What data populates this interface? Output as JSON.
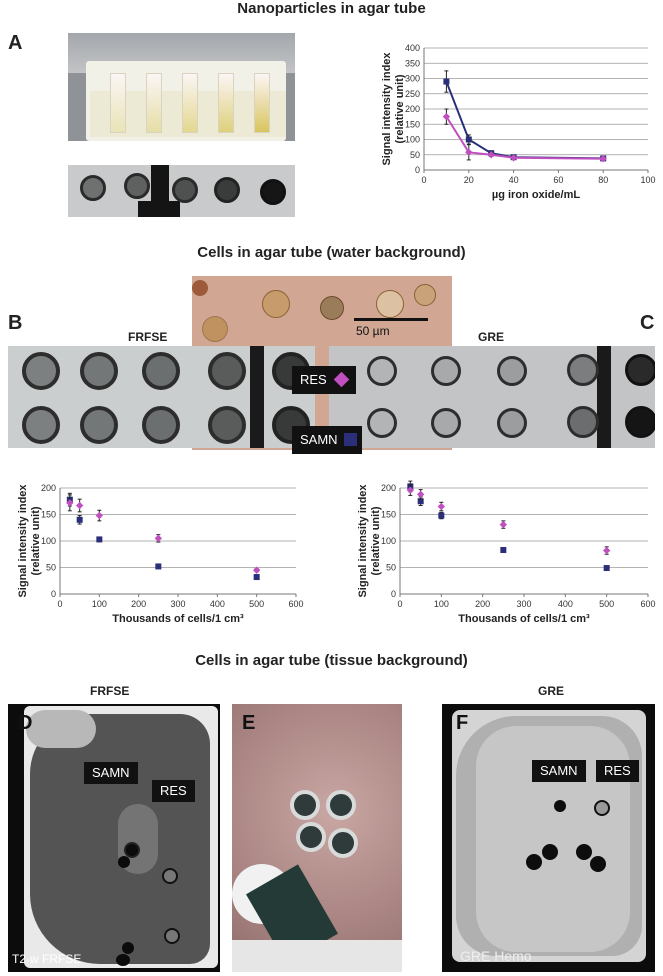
{
  "headings": {
    "nanoparticles": "Nanoparticles in agar tube",
    "cells_water": "Cells in agar tube (water background)",
    "cells_tissue": "Cells in agar tube (tissue background)"
  },
  "panels": {
    "A": "A",
    "B": "B",
    "C": "C",
    "D": "D",
    "E": "E",
    "F": "F"
  },
  "sequences": {
    "frfse_top": "FRFSE",
    "gre_top": "GRE",
    "frfse_bottom": "FRFSE",
    "gre_bottom": "GRE"
  },
  "legend": {
    "res": "RES",
    "samn": "SAMN",
    "res_color": "#c04fc0",
    "samn_color": "#2b2f7a"
  },
  "scalebar": "50 µm",
  "mri_labels": {
    "d_samn": "SAMN",
    "d_res": "RES",
    "f_samn": "SAMN",
    "f_res": "RES",
    "d_corner": "T2-w FRFSE",
    "f_corner": "GRE Hemo"
  },
  "chart_data": [
    {
      "id": "A",
      "type": "line",
      "xlabel": "µg iron oxide/mL",
      "ylabel": "Signal intensity index (relative unit)",
      "xlim": [
        0,
        100
      ],
      "ylim": [
        0,
        400
      ],
      "xticks": [
        0,
        20,
        40,
        60,
        80,
        100
      ],
      "yticks": [
        0,
        50,
        100,
        150,
        200,
        250,
        300,
        350,
        400
      ],
      "grid": true,
      "series": [
        {
          "color": "#2b2f7a",
          "marker": "square",
          "x": [
            10,
            20,
            30,
            40,
            80
          ],
          "y": [
            290,
            100,
            55,
            42,
            38
          ],
          "err": [
            35,
            15,
            8,
            5,
            4
          ]
        },
        {
          "color": "#c04fc0",
          "marker": "diamond",
          "x": [
            10,
            20,
            30,
            40,
            80
          ],
          "y": [
            175,
            58,
            50,
            40,
            37
          ],
          "err": [
            25,
            25,
            6,
            5,
            4
          ]
        }
      ]
    },
    {
      "id": "B",
      "type": "scatter",
      "xlabel": "Thousands of cells/1 cm³",
      "ylabel": "Signal intensity index (relative unit)",
      "xlim": [
        0,
        600
      ],
      "ylim": [
        0,
        200
      ],
      "xticks": [
        0,
        100,
        200,
        300,
        400,
        500,
        600
      ],
      "yticks": [
        0,
        50,
        100,
        150,
        200
      ],
      "grid": true,
      "series": [
        {
          "color": "#2b2f7a",
          "marker": "square",
          "x": [
            25,
            50,
            100,
            250,
            500
          ],
          "y": [
            178,
            140,
            103,
            52,
            32
          ],
          "err": [
            12,
            8,
            4,
            3,
            2
          ]
        },
        {
          "color": "#c04fc0",
          "marker": "diamond",
          "x": [
            25,
            50,
            100,
            250,
            500
          ],
          "y": [
            172,
            167,
            148,
            105,
            45
          ],
          "err": [
            15,
            12,
            10,
            7,
            3
          ]
        }
      ]
    },
    {
      "id": "C",
      "type": "scatter",
      "xlabel": "Thousands of cells/1 cm³",
      "ylabel": "Signal intensity index (relative unit)",
      "xlim": [
        0,
        600
      ],
      "ylim": [
        0,
        200
      ],
      "xticks": [
        0,
        100,
        200,
        300,
        400,
        500,
        600
      ],
      "yticks": [
        0,
        50,
        100,
        150,
        200
      ],
      "grid": true,
      "series": [
        {
          "color": "#2b2f7a",
          "marker": "square",
          "x": [
            25,
            50,
            100,
            250,
            500
          ],
          "y": [
            203,
            175,
            148,
            83,
            49
          ],
          "err": [
            10,
            8,
            6,
            4,
            2
          ]
        },
        {
          "color": "#c04fc0",
          "marker": "diamond",
          "x": [
            25,
            50,
            100,
            250,
            500
          ],
          "y": [
            196,
            188,
            165,
            131,
            82
          ],
          "err": [
            10,
            9,
            8,
            7,
            7
          ]
        }
      ]
    }
  ]
}
